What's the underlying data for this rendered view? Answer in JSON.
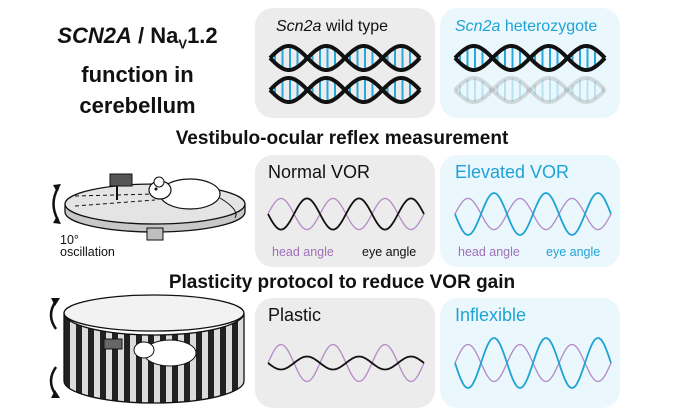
{
  "title": {
    "gene": "SCN2A",
    "slash": " / Na",
    "subscript": "V",
    "version": "1.2",
    "line2": "function in",
    "line3": "cerebellum"
  },
  "genotypes": {
    "wild_type": {
      "italic": "Scn2a",
      "rest": " wild type"
    },
    "heterozygote": {
      "italic": "Scn2a",
      "rest": " heterozygote"
    }
  },
  "vor_section": {
    "heading": "Vestibulo-ocular reflex measurement",
    "oscillation_deg": "10°",
    "oscillation_word": "oscillation",
    "normal_panel": {
      "title": "Normal VOR",
      "head_label": "head angle",
      "eye_label": "eye angle"
    },
    "elevated_panel": {
      "title": "Elevated VOR",
      "head_label": "head angle",
      "eye_label": "eye angle"
    }
  },
  "plasticity_section": {
    "heading": "Plasticity protocol to reduce VOR gain",
    "plastic_panel": {
      "title": "Plastic"
    },
    "inflexible_panel": {
      "title": "Inflexible"
    }
  },
  "colors": {
    "head_purple": "#b48ac6",
    "eye_black": "#111111",
    "het_blue": "#1fa3d6",
    "dna_blue": "#2aa7da",
    "panel_gray": "#ececec",
    "panel_blue": "#eaf7fc"
  },
  "waves": {
    "normal": {
      "head_amp": 1.0,
      "eye_amp": 1.0
    },
    "elevated": {
      "head_amp": 1.0,
      "eye_amp": 1.35
    },
    "plastic": {
      "head_amp": 1.0,
      "eye_amp": 0.35
    },
    "inflexible": {
      "head_amp": 1.0,
      "eye_amp": 1.35
    }
  }
}
